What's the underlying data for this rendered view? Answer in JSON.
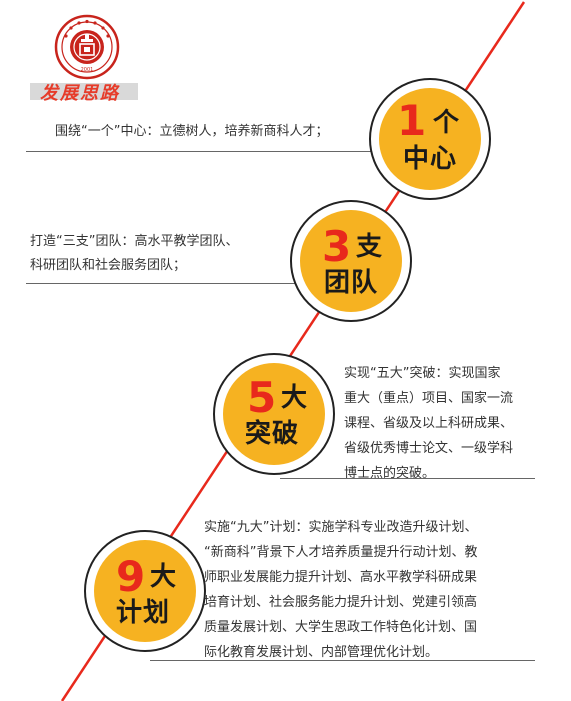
{
  "header": {
    "title": "发展思路",
    "logo_year": "2001"
  },
  "colors": {
    "red": "#e8291c",
    "gold": "#f6b221",
    "gray_bar": "#d9d9d9"
  },
  "items": [
    {
      "number": "1",
      "word1": "个",
      "word2": "中心",
      "text": "围绕“一个”中心：立德树人，培养新商科人才；"
    },
    {
      "number": "3",
      "word1": "支",
      "word2": "团队",
      "text_lines": [
        "打造“三支”团队：高水平教学团队、",
        "科研团队和社会服务团队；"
      ]
    },
    {
      "number": "5",
      "word1": "大",
      "word2": "突破",
      "text_lines": [
        "实现“五大”突破：实现国家",
        "重大（重点）项目、国家一流",
        "课程、省级及以上科研成果、",
        "省级优秀博士论文、一级学科",
        "博士点的突破。"
      ]
    },
    {
      "number": "9",
      "word1": "大",
      "word2": "计划",
      "text_lines": [
        "实施“九大”计划：实施学科专业改造升级计划、",
        "“新商科”背景下人才培养质量提升行动计划、教",
        "师职业发展能力提升计划、高水平教学科研成果",
        "培育计划、社会服务能力提升计划、党建引领高",
        "质量发展计划、大学生思政工作特色化计划、国",
        "际化教育发展计划、内部管理优化计划。"
      ]
    }
  ]
}
